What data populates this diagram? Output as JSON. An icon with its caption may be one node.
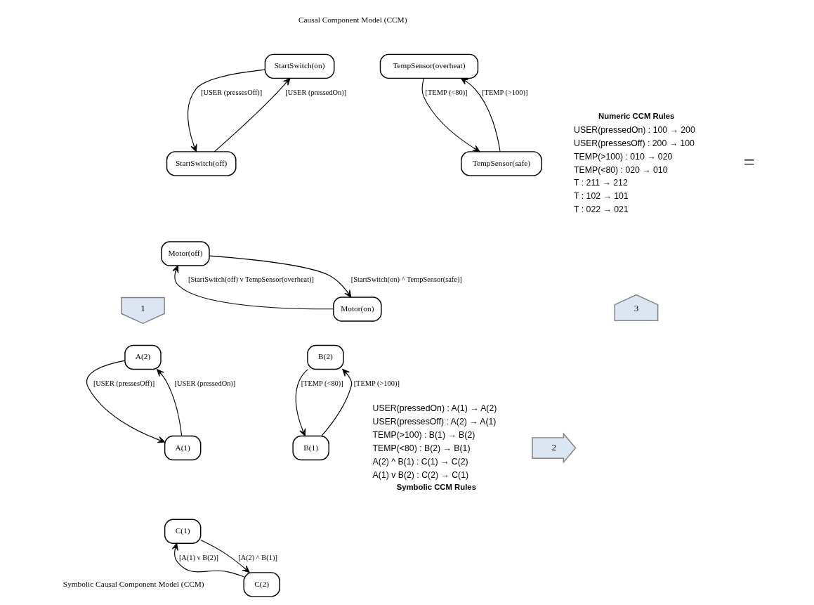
{
  "diagram": {
    "nodes": [
      {
        "text": [
          "StartSwitch(on)"
        ]
      },
      {
        "text": [
          "StartSwitch(off)"
        ]
      },
      {
        "text": [
          "TempSensor(overheat)"
        ]
      },
      {
        "text": [
          "TempSensor(safe)"
        ]
      },
      {
        "text": [
          "Motor(off)"
        ]
      },
      {
        "text": [
          "Motor(on)"
        ]
      },
      {
        "text": [
          "1"
        ]
      },
      {
        "text": [
          "3"
        ]
      },
      {
        "text": [
          "A(2)"
        ]
      },
      {
        "text": [
          "A(1)"
        ]
      },
      {
        "text": [
          "B(2)"
        ]
      },
      {
        "text": [
          "B(1)"
        ]
      },
      {
        "text": [
          "C(1)"
        ]
      },
      {
        "text": [
          "C(2)"
        ]
      },
      {
        "text": [
          "2"
        ]
      }
    ],
    "edges": [
      {
        "from": 1,
        "to": 0,
        "arrow": "to",
        "label": "[USER (pressedOn)]"
      },
      {
        "from": 0,
        "to": 1,
        "arrow": "to",
        "label": "[USER (pressesOff)]"
      },
      {
        "from": 3,
        "to": 2,
        "arrow": "to",
        "label": "[TEMP (>100)]"
      },
      {
        "from": 2,
        "to": 3,
        "arrow": "to",
        "label": "[TEMP (<80)]"
      },
      {
        "from": 4,
        "to": 5,
        "arrow": "to",
        "label": "[StartSwitch(on) ^ TempSensor(safe)]"
      },
      {
        "from": 5,
        "to": 4,
        "arrow": "to",
        "label": "[StartSwitch(off) v TempSensor(overheat)]"
      },
      {
        "from": 9,
        "to": 8,
        "arrow": "to",
        "label": "[USER (pressedOn)]"
      },
      {
        "from": 8,
        "to": 9,
        "arrow": "to",
        "label": "[USER (pressesOff)]"
      },
      {
        "from": 11,
        "to": 10,
        "arrow": "to",
        "label": "[TEMP (>100)]"
      },
      {
        "from": 10,
        "to": 11,
        "arrow": "to",
        "label": "[TEMP (<80)]"
      },
      {
        "from": 12,
        "to": 13,
        "arrow": "to",
        "label": "[A(2) ^ B(1)]"
      },
      {
        "from": 13,
        "to": 12,
        "arrow": "to",
        "label": "[A(1) v B(2)]"
      }
    ],
    "labels": [
      "Causal Component Model (CCM)",
      "Numeric CCM Rules",
      "USER(pressedOn) : 100 → 200",
      "USER(pressesOff) : 200 → 100",
      "TEMP(>100) : 010 → 020",
      "TEMP(<80) : 020 → 010",
      "T : 211 → 212",
      "T : 102 → 101",
      "T : 022 → 021",
      "=",
      "USER(pressedOn) : A(1) → A(2)",
      "USER(pressesOff) : A(2) → A(1)",
      "TEMP(>100) : B(1) → B(2)",
      "TEMP(<80) : B(2) → B(1)",
      "A(2) ^ B(1) : C(1) → C(2)",
      "A(1) v B(2) : C(2) → C(1)",
      "Symbolic CCM Rules",
      "Symbolic Causal Component Model (CCM)"
    ]
  }
}
